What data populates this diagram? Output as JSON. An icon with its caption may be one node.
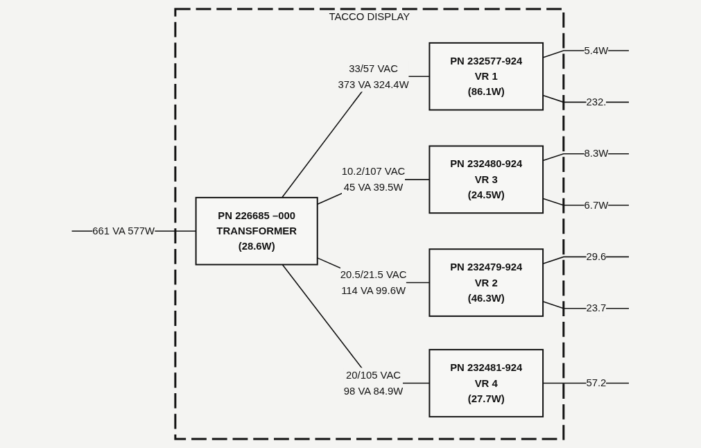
{
  "diagram": {
    "nodes": [
      {
        "text": [
          "TACCO DISPLAY"
        ]
      },
      {
        "text": [
          "PN 226685 –000",
          "TRANSFORMER",
          "(28.6W)"
        ],
        "in": 0
      },
      {
        "text": [
          "PN 232577-924",
          "VR 1",
          "(86.1W)"
        ],
        "in": 0,
        "beside": [
          "373 VA 324.4W"
        ]
      },
      {
        "text": [
          "PN 232480-924",
          "VR 3",
          "(24.5W)"
        ],
        "in": 0,
        "beside": [
          "45 VA 39.5W"
        ]
      },
      {
        "text": [
          "PN 232479-924",
          "VR 2",
          "(46.3W)"
        ],
        "in": 0,
        "beside": [
          "114 VA 99.6W"
        ]
      },
      {
        "text": [
          "PN 232481-924",
          "VR 4",
          "(27.7W)"
        ],
        "in": 0,
        "beside": [
          "98 VA 84.9W"
        ]
      }
    ],
    "edges": [
      {
        "from": null,
        "to": 1,
        "arrow": "none",
        "label": "661 VA 577W"
      },
      {
        "from": 1,
        "to": 2,
        "arrow": "none",
        "label": "33/57 VAC"
      },
      {
        "from": 1,
        "to": 3,
        "arrow": "none",
        "label": "10.2/107 VAC"
      },
      {
        "from": 1,
        "to": 4,
        "arrow": "none",
        "label": "20.5/21.5 VAC"
      },
      {
        "from": 1,
        "to": 5,
        "arrow": "none",
        "label": "20/105 VAC"
      },
      {
        "from": 2,
        "to": null,
        "arrow": "none",
        "label": "5.4W"
      },
      {
        "from": 2,
        "to": null,
        "arrow": "none",
        "label": "232."
      },
      {
        "from": 3,
        "to": null,
        "arrow": "none",
        "label": "8.3W"
      },
      {
        "from": 3,
        "to": null,
        "arrow": "none",
        "label": "6.7W"
      },
      {
        "from": 4,
        "to": null,
        "arrow": "none",
        "label": "29.6"
      },
      {
        "from": 4,
        "to": null,
        "arrow": "none",
        "label": "23.7"
      },
      {
        "from": 5,
        "to": null,
        "arrow": "none",
        "label": "57.2"
      }
    ]
  }
}
